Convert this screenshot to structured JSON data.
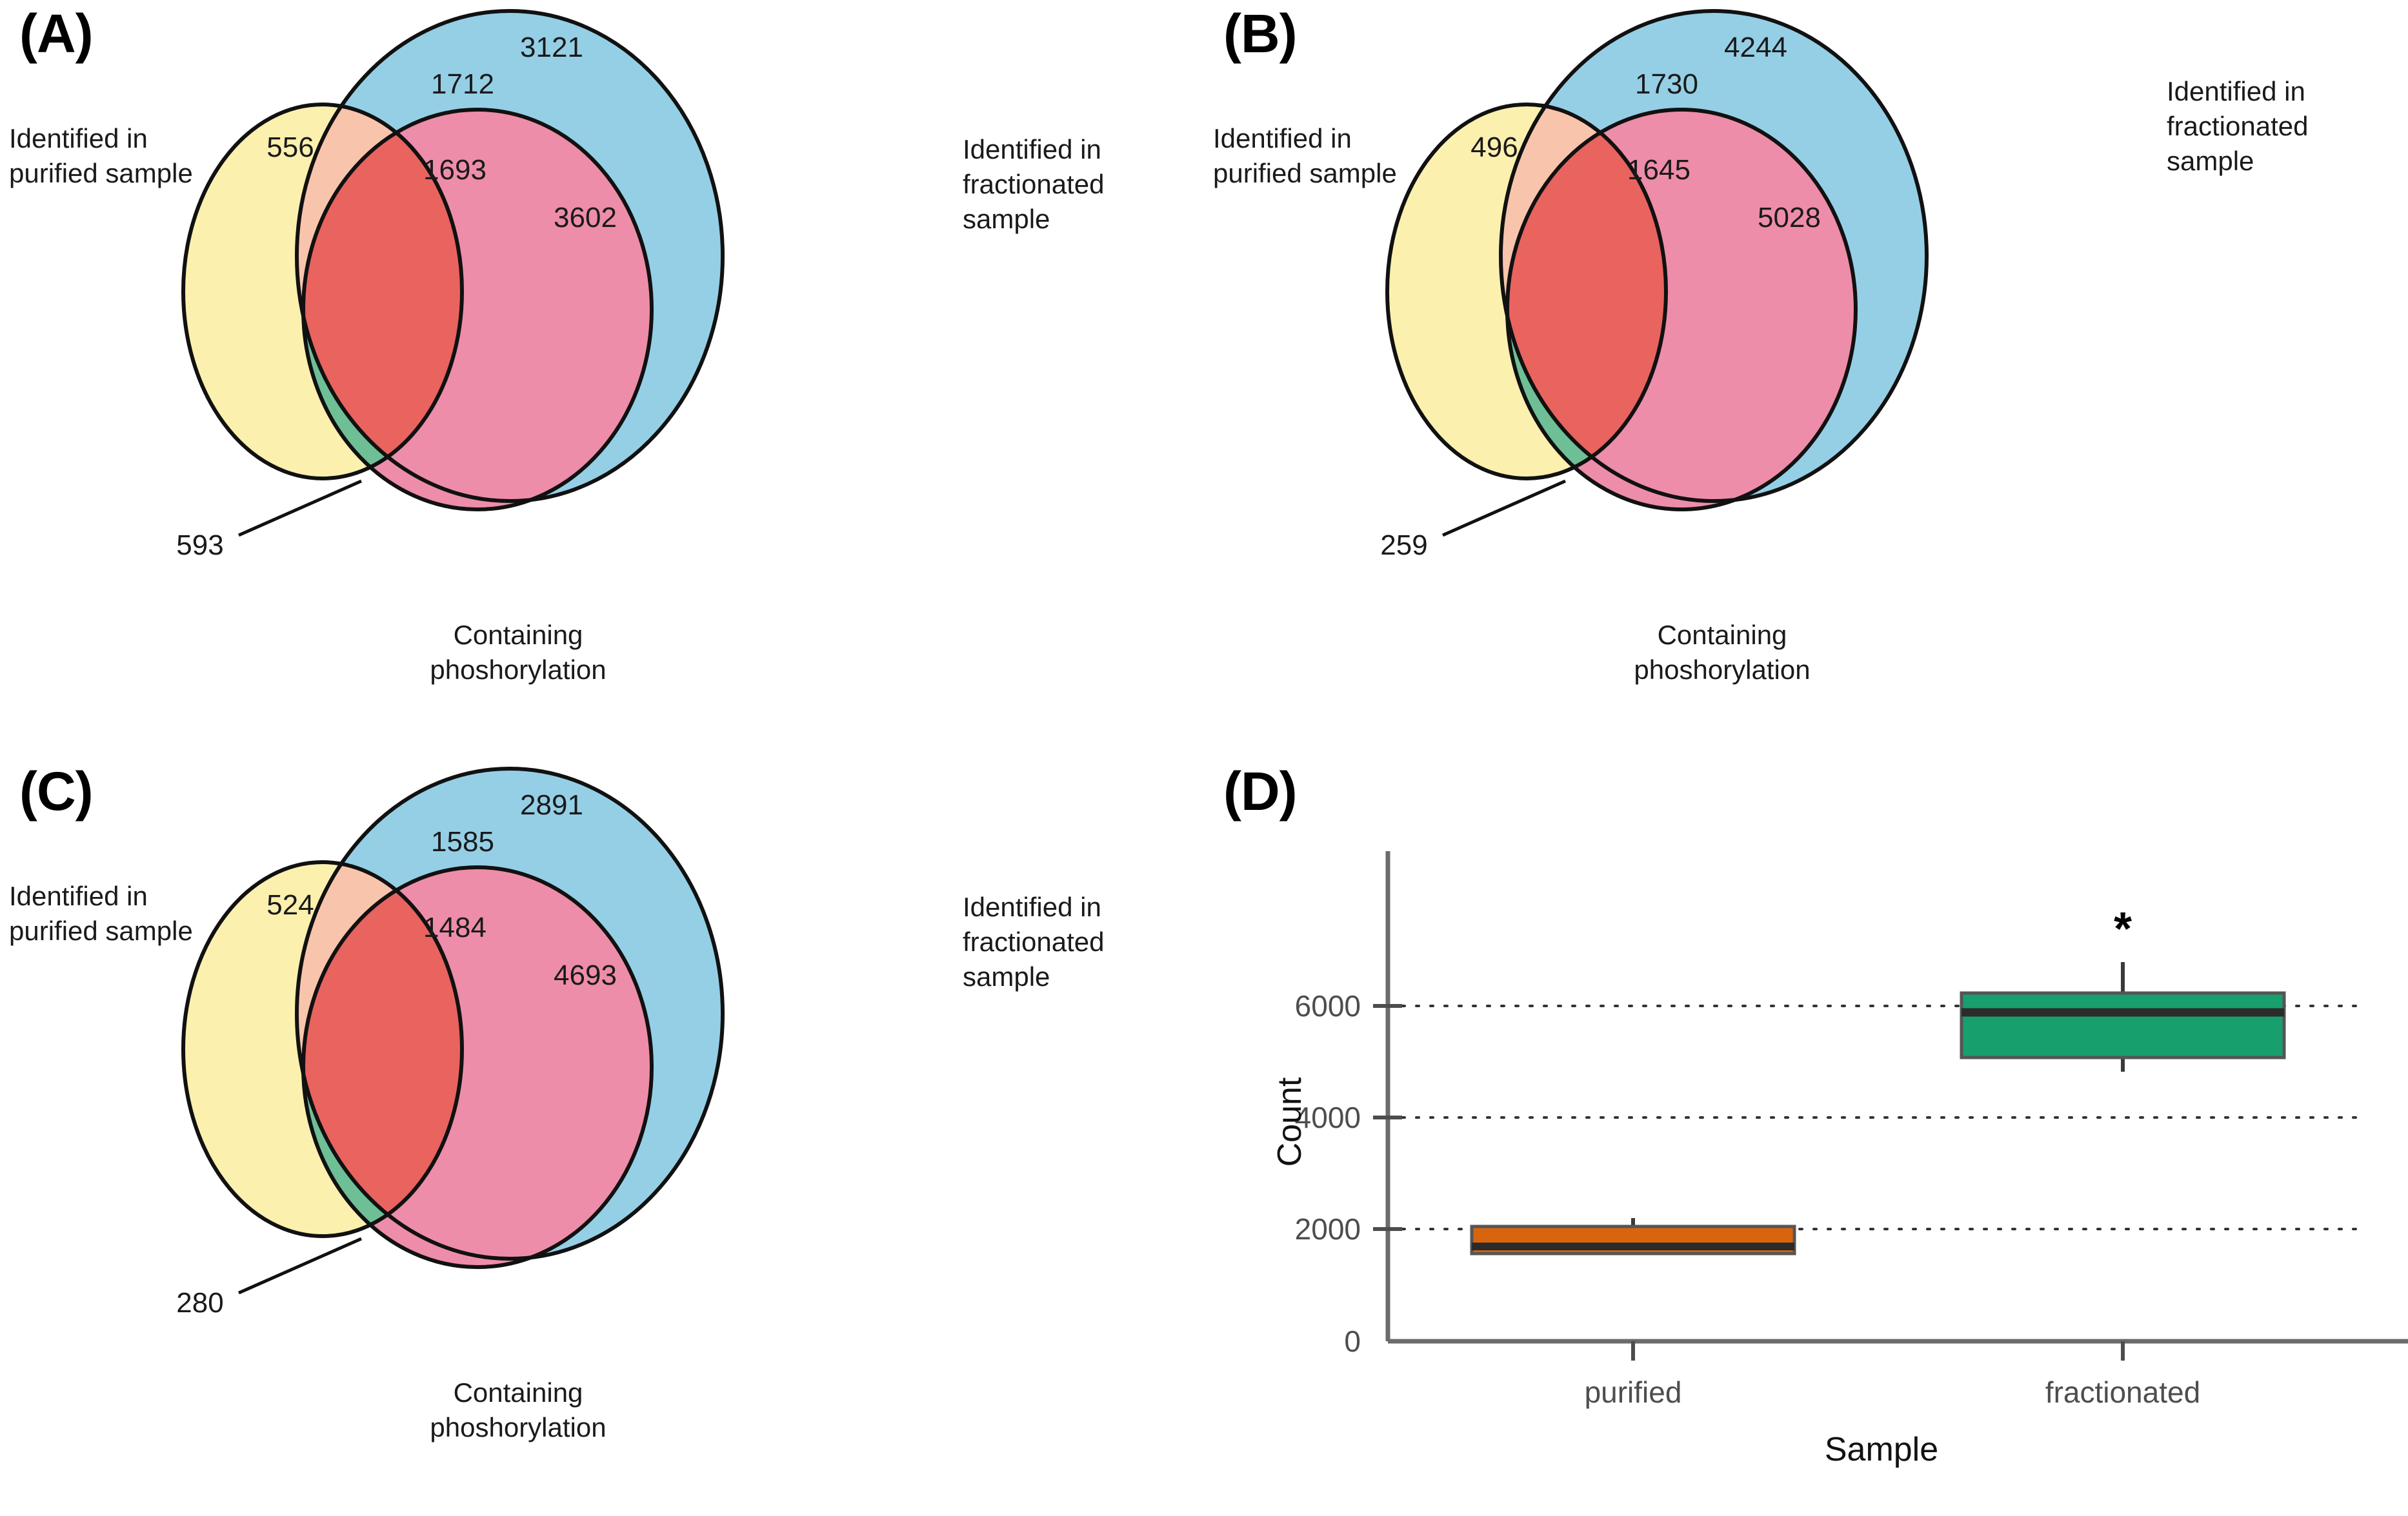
{
  "figure": {
    "panels": [
      "A",
      "B",
      "C",
      "D"
    ]
  },
  "labels": {
    "purified": "Identified in\npurified sample",
    "fractionated": "Identified in\nfractionated\nsample",
    "phospho": "Containing\nphoshorylation"
  },
  "colors": {
    "yellow": "#FBF0AE",
    "blue": "#95CFE6",
    "pink": "#EE8DA9",
    "peach": "#F8C5AC",
    "red": "#E9635F",
    "green": "#6FBF96",
    "outline": "#111111",
    "box_orange": "#D8650E",
    "box_green": "#17A06E",
    "axis": "#4d4d4d"
  },
  "chart_data": [
    {
      "type": "venn",
      "panel": "A",
      "sets": [
        "Identified in purified sample",
        "Identified in fractionated sample",
        "Containing phoshorylation"
      ],
      "regions": [
        {
          "name": "fractionated-only",
          "value": 3121,
          "color": "#95CFE6"
        },
        {
          "name": "purified-and-fractionated",
          "value": 1712,
          "color": "#F8C5AC"
        },
        {
          "name": "purified-only",
          "value": 556,
          "color": "#FBF0AE"
        },
        {
          "name": "all-three",
          "value": 1693,
          "color": "#E9635F"
        },
        {
          "name": "fractionated-and-phospho",
          "value": 3602,
          "color": "#EE8DA9"
        },
        {
          "name": "purified-and-phospho",
          "value": 593,
          "color": "#6FBF96"
        }
      ]
    },
    {
      "type": "venn",
      "panel": "B",
      "sets": [
        "Identified in purified sample",
        "Identified in fractionated sample",
        "Containing phoshorylation"
      ],
      "regions": [
        {
          "name": "fractionated-only",
          "value": 4244,
          "color": "#95CFE6"
        },
        {
          "name": "purified-and-fractionated",
          "value": 1730,
          "color": "#F8C5AC"
        },
        {
          "name": "purified-only",
          "value": 496,
          "color": "#FBF0AE"
        },
        {
          "name": "all-three",
          "value": 1645,
          "color": "#E9635F"
        },
        {
          "name": "fractionated-and-phospho",
          "value": 5028,
          "color": "#EE8DA9"
        },
        {
          "name": "purified-and-phospho",
          "value": 259,
          "color": "#6FBF96"
        }
      ]
    },
    {
      "type": "venn",
      "panel": "C",
      "sets": [
        "Identified in purified sample",
        "Identified in fractionated sample",
        "Containing phoshorylation"
      ],
      "regions": [
        {
          "name": "fractionated-only",
          "value": 2891,
          "color": "#95CFE6"
        },
        {
          "name": "purified-and-fractionated",
          "value": 1585,
          "color": "#F8C5AC"
        },
        {
          "name": "purified-only",
          "value": 524,
          "color": "#FBF0AE"
        },
        {
          "name": "all-three",
          "value": 1484,
          "color": "#E9635F"
        },
        {
          "name": "fractionated-and-phospho",
          "value": 4693,
          "color": "#EE8DA9"
        },
        {
          "name": "purified-and-phospho",
          "value": 280,
          "color": "#6FBF96"
        }
      ]
    },
    {
      "type": "boxplot",
      "panel": "D",
      "title": "",
      "xlabel": "Sample",
      "ylabel": "Count",
      "categories": [
        "purified",
        "fractionated"
      ],
      "yticks": [
        0,
        2000,
        4000,
        6000
      ],
      "ylim": [
        0,
        6900
      ],
      "grid": "horizontal-dotted",
      "annotations": [
        {
          "text": "*",
          "category": "fractionated"
        }
      ],
      "boxes": [
        {
          "category": "purified",
          "color": "#D8650E",
          "whisker_low": 1820,
          "q1": 1900,
          "median": 1940,
          "q3": 2060,
          "whisker_high": 2210
        },
        {
          "category": "fractionated",
          "color": "#17A06E",
          "whisker_low": 5330,
          "q1": 5760,
          "median": 6130,
          "q3": 6330,
          "whisker_high": 6620
        }
      ]
    }
  ],
  "panelA": {
    "letter": "(A)",
    "n_fractionated_only": "3121",
    "n_purified_fractionated": "1712",
    "n_purified_only": "556",
    "n_all_three": "1693",
    "n_fractionated_phospho": "3602",
    "n_purified_phospho": "593"
  },
  "panelB": {
    "letter": "(B)",
    "n_fractionated_only": "4244",
    "n_purified_fractionated": "1730",
    "n_purified_only": "496",
    "n_all_three": "1645",
    "n_fractionated_phospho": "5028",
    "n_purified_phospho": "259"
  },
  "panelC": {
    "letter": "(C)",
    "n_fractionated_only": "2891",
    "n_purified_fractionated": "1585",
    "n_purified_only": "524",
    "n_all_three": "1484",
    "n_fractionated_phospho": "4693",
    "n_purified_phospho": "280"
  },
  "panelD": {
    "letter": "(D)",
    "ylabel": "Count",
    "xlabel": "Sample",
    "ytick_0": "0",
    "ytick_2000": "2000",
    "ytick_4000": "4000",
    "ytick_6000": "6000",
    "xtick_purified": "purified",
    "xtick_fractionated": "fractionated",
    "significance": "*"
  }
}
